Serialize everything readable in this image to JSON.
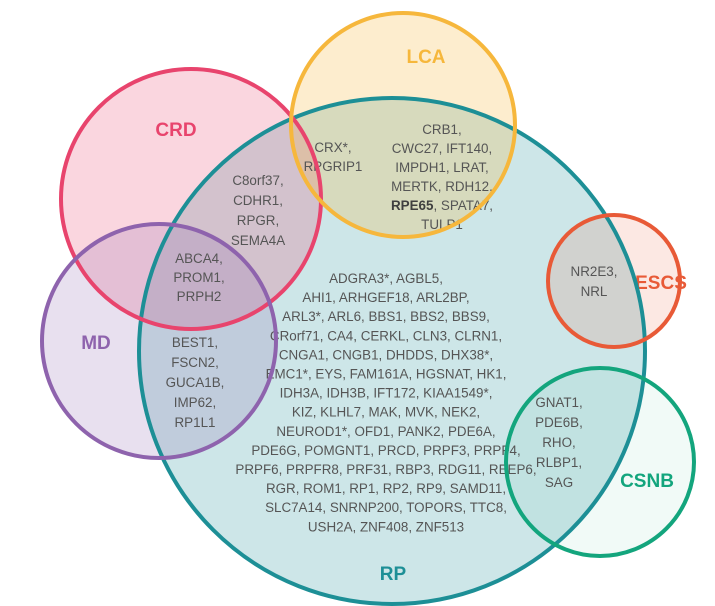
{
  "colors": {
    "crd": "#e8446d",
    "lca": "#f6b73c",
    "rp": "#1d8f96",
    "md": "#8e63ad",
    "escs": "#e85a37",
    "csnb": "#13a57d",
    "gene_text": "#555555"
  },
  "circles": {
    "crd": "CRD",
    "lca": "LCA",
    "rp": "RP",
    "md": "MD",
    "escs": "ESCS",
    "csnb": "CSNB"
  },
  "regions": {
    "crd_lca_rp": [
      "CRX*,",
      "RPGRIP1"
    ],
    "lca_rp": [
      "CRB1,",
      "CWC27, IFT140,",
      "IMPDH1, LRAT,",
      "MERTK, RDH12,",
      "RPE65, SPATA7,",
      "TULP1"
    ],
    "lca_rp_highlight": "RPE65",
    "crd_rp": [
      "C8orf37,",
      "CDHR1,",
      "RPGR,",
      "SEMA4A"
    ],
    "crd_md_rp": [
      "ABCA4,",
      "PROM1,",
      "PRPH2"
    ],
    "md_rp": [
      "BEST1,",
      "FSCN2,",
      "GUCA1B,",
      "IMP62,",
      "RP1L1"
    ],
    "escs_rp": [
      "NR2E3,",
      "NRL"
    ],
    "csnb_rp": [
      "GNAT1,",
      "PDE6B,",
      "RHO,",
      "RLBP1,",
      "SAG"
    ],
    "rp_only": [
      "ADGRA3*, AGBL5,",
      "AHI1, ARHGEF18, ARL2BP,",
      "ARL3*, ARL6, BBS1, BBS2, BBS9,",
      "CRorf71, CA4, CERKL, CLN3, CLRN1,",
      "CNGA1, CNGB1, DHDDS, DHX38*,",
      "EMC1*, EYS, FAM161A, HGSNAT, HK1,",
      "IDH3A, IDH3B, IFT172, KIAA1549*,",
      "KIZ, KLHL7, MAK, MVK, NEK2,",
      "NEUROD1*, OFD1, PANK2, PDE6A,",
      "PDE6G, POMGNT1, PRCD, PRPF3, PRPF4,",
      "PRPF6, PRPFR8, PRF31, RBP3, RDG11, REEP6,",
      "RGR, ROM1, RP1, RP2, RP9, SAMD11,",
      "SLC7A14, SNRNP200, TOPORS, TTC8,",
      "USH2A, ZNF408, ZNF513"
    ]
  }
}
